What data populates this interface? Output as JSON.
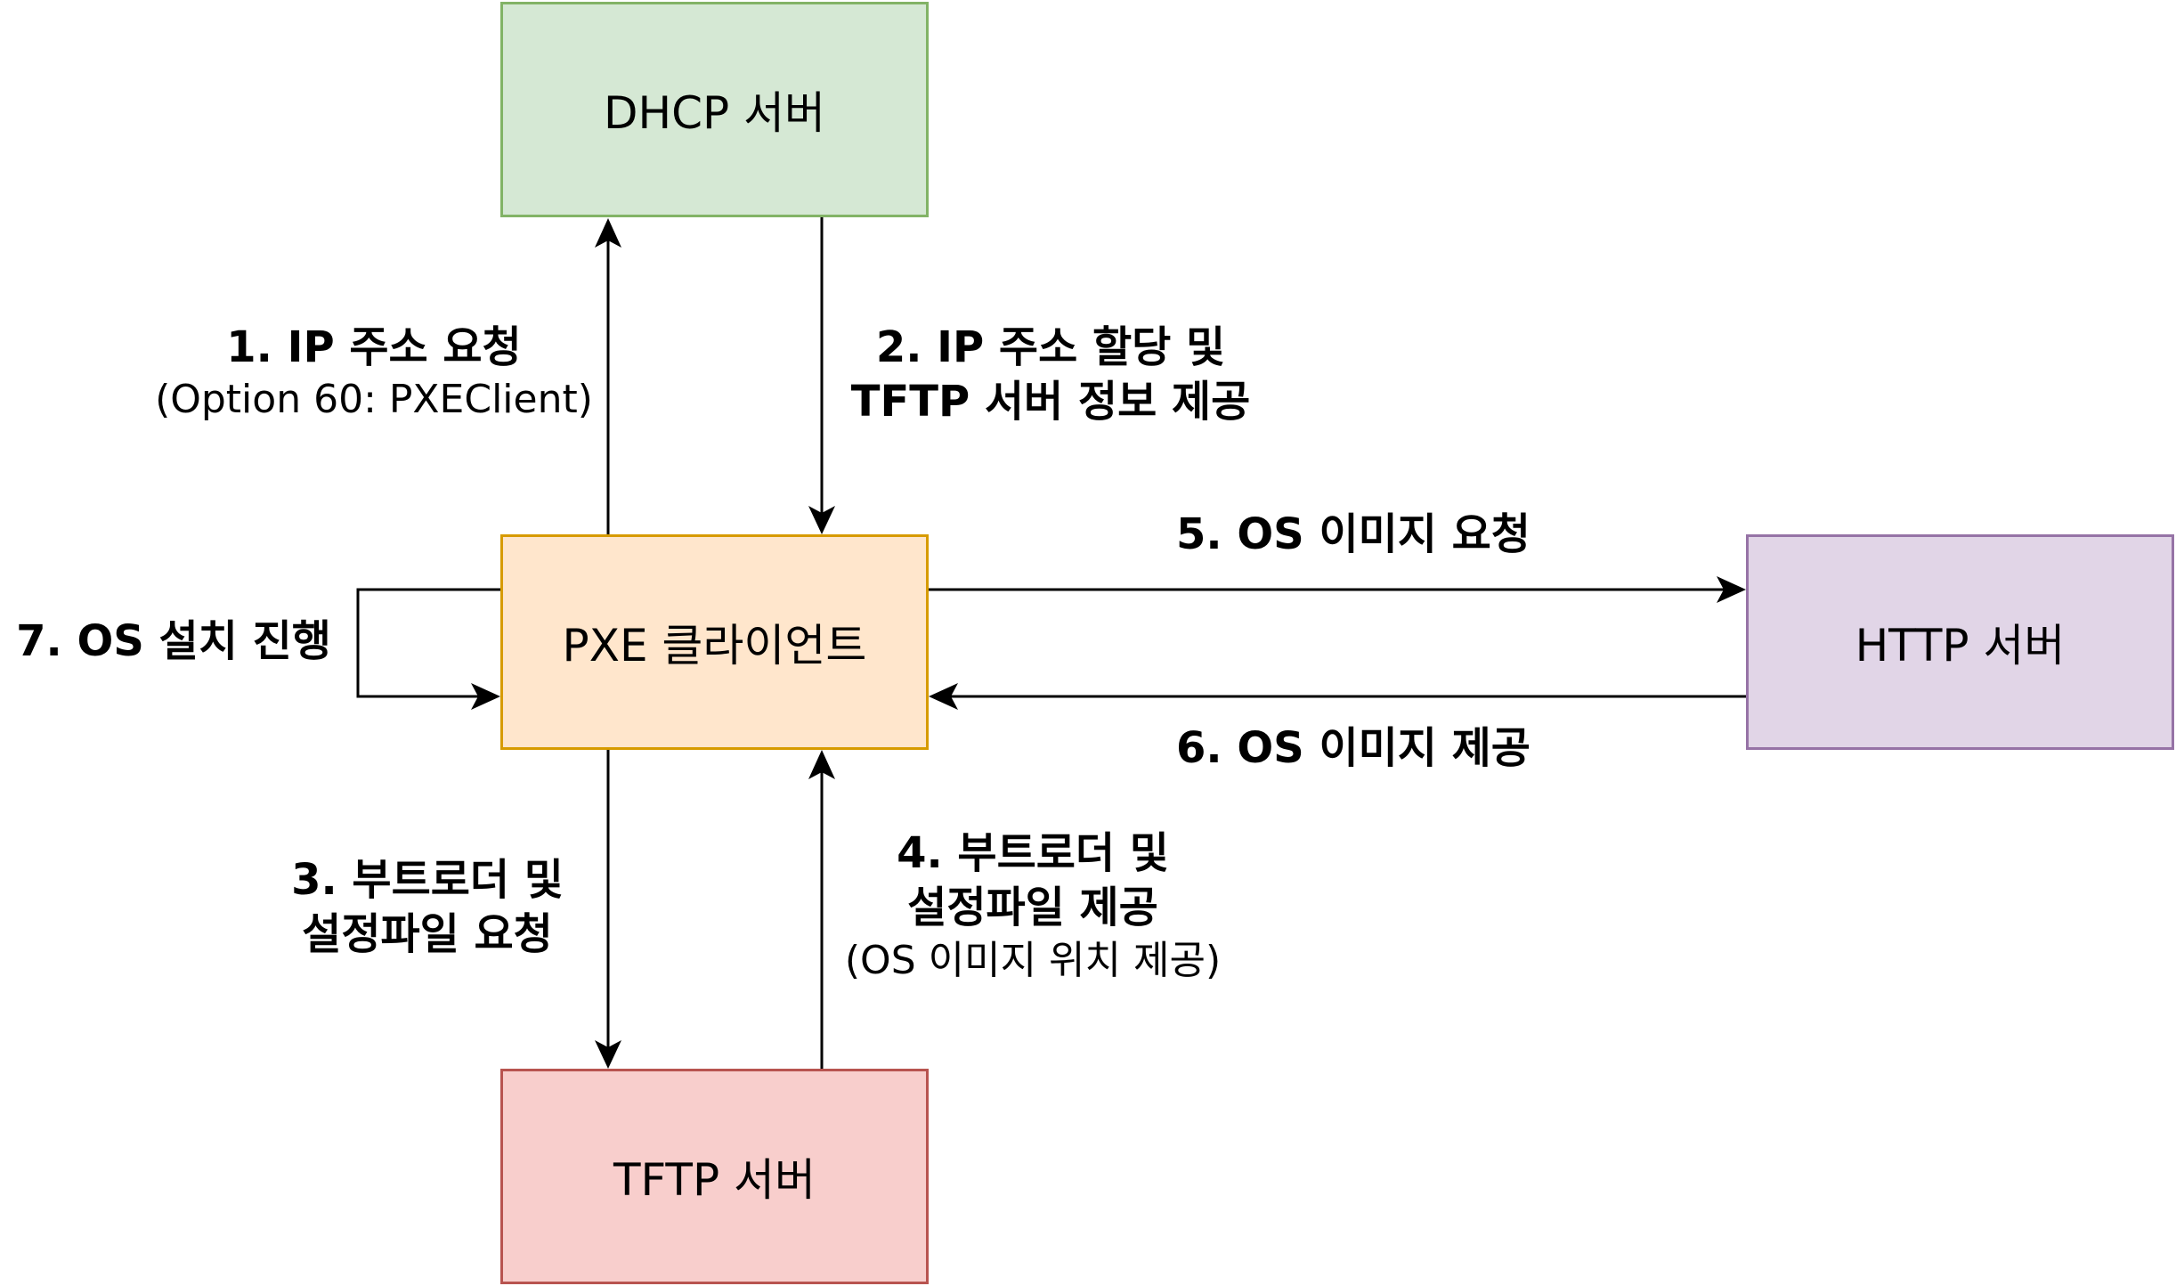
{
  "nodes": {
    "dhcp": {
      "label": "DHCP 서버",
      "fill": "#d5e8d4",
      "stroke": "#82b366"
    },
    "pxe": {
      "label": "PXE 클라이언트",
      "fill": "#ffe6cc",
      "stroke": "#d79b00"
    },
    "tftp": {
      "label": "TFTP 서버",
      "fill": "#f8cecc",
      "stroke": "#b85450"
    },
    "http": {
      "label": "HTTP 서버",
      "fill": "#e1d5e7",
      "stroke": "#9673a6"
    }
  },
  "edges": {
    "e1": {
      "line1": "1. IP 주소 요청",
      "line2": "(Option 60: PXEClient)"
    },
    "e2": {
      "line1": "2. IP 주소 할당 및",
      "line2": "TFTP 서버 정보 제공"
    },
    "e3": {
      "line1": "3. 부트로더 및",
      "line2": "설정파일 요청"
    },
    "e4": {
      "line1": "4. 부트로더 및",
      "line2": "설정파일 제공",
      "line3": "(OS 이미지 위치 제공)"
    },
    "e5": {
      "line1": "5. OS 이미지 요청"
    },
    "e6": {
      "line1": "6. OS 이미지 제공"
    },
    "e7": {
      "line1": "7. OS 설치 진행"
    }
  },
  "colors": {
    "line": "#000000"
  }
}
